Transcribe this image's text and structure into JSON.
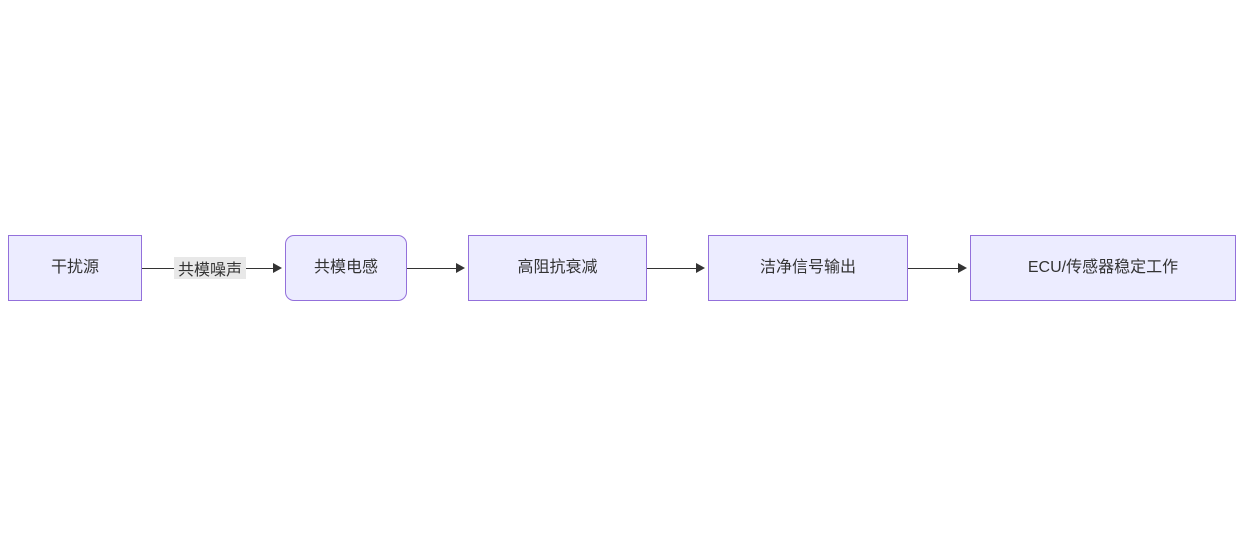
{
  "diagram": {
    "type": "flowchart-lr",
    "nodes": [
      {
        "id": "source",
        "label": "干扰源",
        "shape": "rect"
      },
      {
        "id": "inductor",
        "label": "共模电感",
        "shape": "rounded"
      },
      {
        "id": "attenuation",
        "label": "高阻抗衰减",
        "shape": "rect"
      },
      {
        "id": "output",
        "label": "洁净信号输出",
        "shape": "rect"
      },
      {
        "id": "ecu",
        "label": "ECU/传感器稳定工作",
        "shape": "rect"
      }
    ],
    "edges": [
      {
        "from": "source",
        "to": "inductor",
        "label": "共模噪声"
      },
      {
        "from": "inductor",
        "to": "attenuation",
        "label": ""
      },
      {
        "from": "attenuation",
        "to": "output",
        "label": ""
      },
      {
        "from": "output",
        "to": "ecu",
        "label": ""
      }
    ],
    "colors": {
      "node_fill": "#ECECFF",
      "node_border": "#9370DB",
      "text": "#333333",
      "arrow": "#333333",
      "edge_label_bg": "#e8e8e8",
      "background": "#ffffff"
    }
  }
}
